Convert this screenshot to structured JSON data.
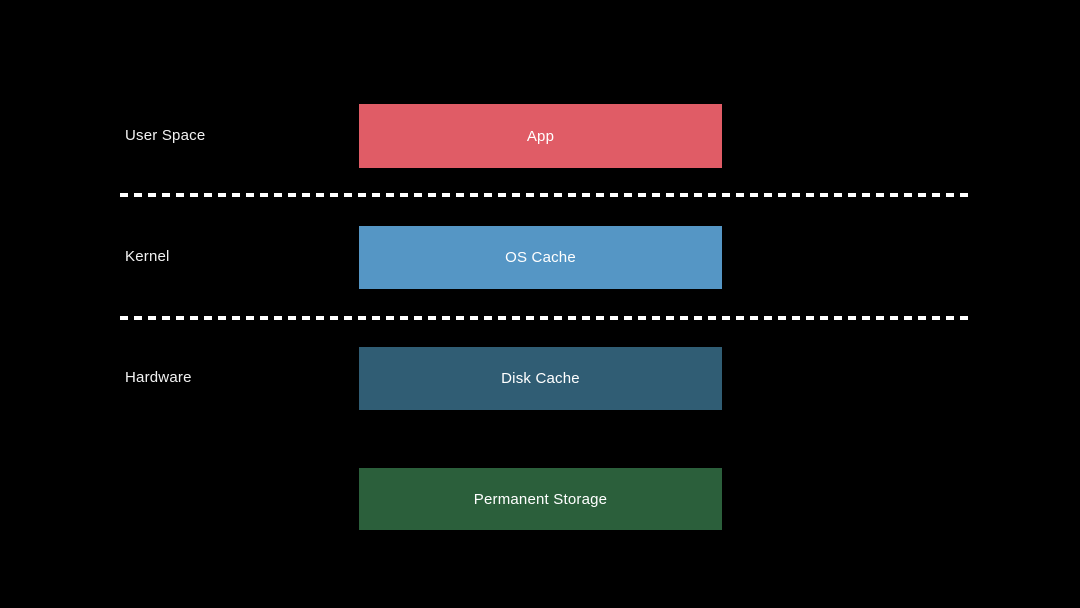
{
  "layers": {
    "user_space": {
      "label": "User Space"
    },
    "kernel": {
      "label": "Kernel"
    },
    "hardware": {
      "label": "Hardware"
    }
  },
  "boxes": {
    "app": {
      "label": "App",
      "color": "#e05c66"
    },
    "os_cache": {
      "label": "OS Cache",
      "color": "#5596c5"
    },
    "disk_cache": {
      "label": "Disk Cache",
      "color": "#305d74"
    },
    "permanent_storage": {
      "label": "Permanent Storage",
      "color": "#2b5f3b"
    }
  },
  "colors": {
    "background": "#000000",
    "text": "#ffffff",
    "separator": "#ffffff"
  }
}
